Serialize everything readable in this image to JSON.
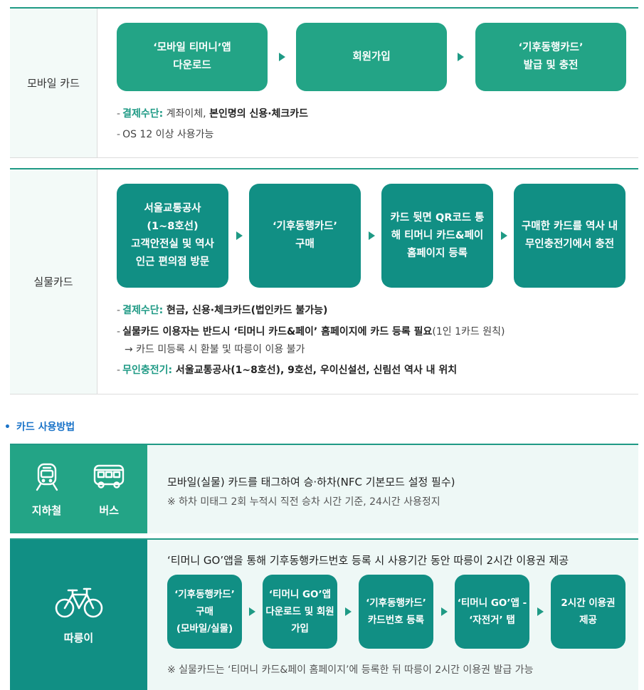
{
  "mobile": {
    "label": "모바일 카드",
    "steps": [
      "‘모바일 티머니’앱\n다운로드",
      "회원가입",
      "‘기후동행카드’\n발급 및 충전"
    ],
    "note1_key": "결제수단:",
    "note1_plain": " 계좌이체, ",
    "note1_bold": "본인명의 신용·체크카드",
    "note2": "OS 12 이상 사용가능"
  },
  "physical": {
    "label": "실물카드",
    "steps": [
      "서울교통공사\n(1~8호선)\n고객안전실 및 역사\n인근 편의점 방문",
      "‘기후동행카드’\n구매",
      "카드 뒷면 QR코드 통\n해 티머니 카드&페이\n홈페이지 등록",
      "구매한 카드를 역사 내\n무인충전기에서 충전"
    ],
    "note1_key": "결제수단:",
    "note1_bold": " 현금, 신용·체크카드(법인카드 불가능)",
    "note2_bold": "실물카드 이용자는 반드시 ‘티머니 카드&페이’ 홈페이지에 카드 등록 필요",
    "note2_plain": "(1인 1카드 원칙)",
    "note3": "→ 카드 미등록 시 환불 및 따릉이 이용 불가",
    "note4_key": "무인충전기:",
    "note4_bold": " 서울교통공사(1~8호선), 9호선, 우이신설선, 신림선 역사 내 위치"
  },
  "usage": {
    "title": "카드 사용방법",
    "subway_label": "지하철",
    "bus_label": "버스",
    "transit_main": "모바일(실물) 카드를 태그하여 승·하차(NFC 기본모드 설정 필수)",
    "transit_sub": "※ 하차 미태그 2회 누적시 직전 승차 시간 기준, 24시간 사용정지",
    "bike_label": "따릉이",
    "bike_main": "‘티머니 GO’앱을 통해 기후동행카드번호 등록 시 사용기간 동안 따릉이 2시간 이용권 제공",
    "bike_steps": [
      "‘기후동행카드’\n구매\n(모바일/실물)",
      "‘티머니 GO’앱\n다운로드 및 회원\n가입",
      "‘기후동행카드’\n카드번호 등록",
      "‘티머니 GO’앱 -\n‘자전거’ 탭",
      "2시간 이용권\n제공"
    ],
    "bike_sub": "※ 실물카드는 ‘티머니 카드&페이 홈페이지’에 등록한 뒤 따릉이 2시간 이용권 발급 가능"
  },
  "colors": {
    "green": "#23a486",
    "teal": "#118f84",
    "accent": "#1f9a85",
    "link": "#1a73c8"
  },
  "icons": [
    "train-icon",
    "bus-icon",
    "bicycle-icon",
    "arrow-right-icon"
  ]
}
